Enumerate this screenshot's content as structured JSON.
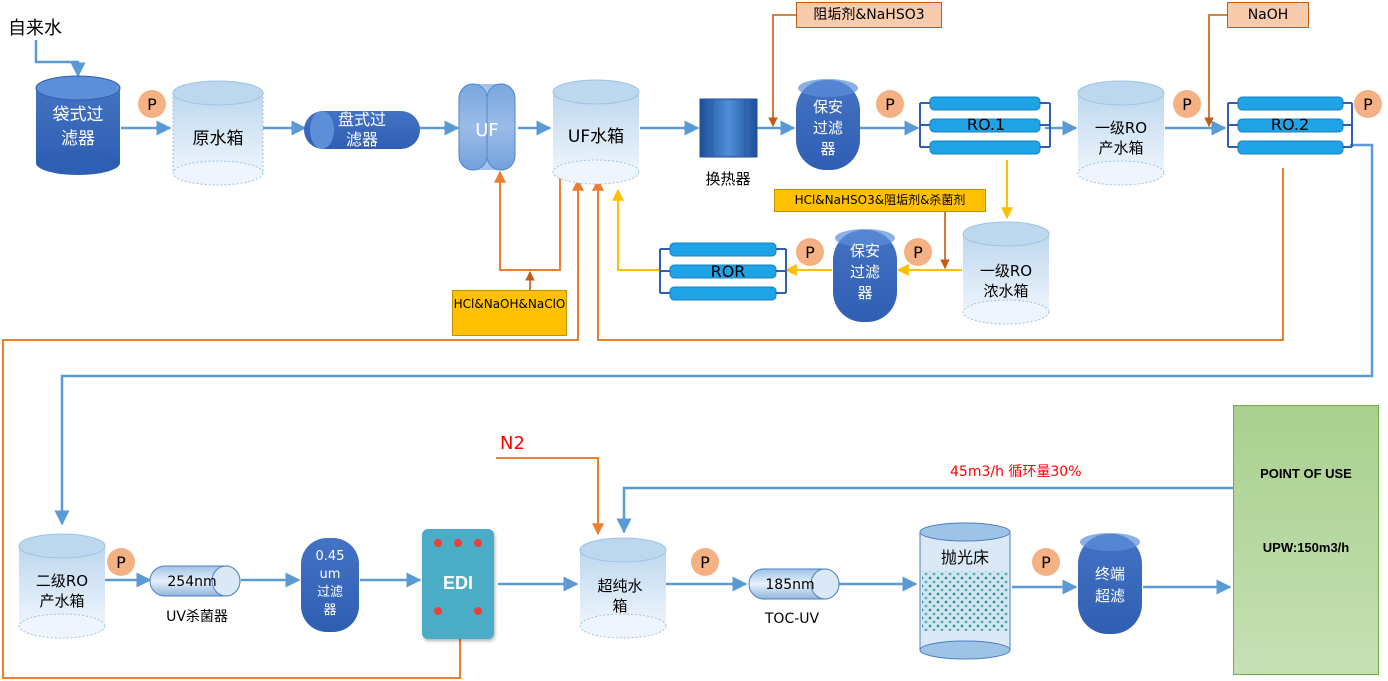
{
  "source_label": "自来水",
  "pump_label": "P",
  "equipment": {
    "bag_filter": "袋式过滤器",
    "raw_tank": "原水箱",
    "disc_filter": "盘式过滤器",
    "uf": "UF",
    "uf_tank": "UF水箱",
    "heat_exchanger": "换热器",
    "security_filter_1": "保安过滤器",
    "ro1": "RO.1",
    "ro1_product_tank": "一级RO产水箱",
    "ro2": "RO.2",
    "ro1_concentrate_tank": "一级RO浓水箱",
    "security_filter_2": "保安过滤器",
    "ror": "ROR",
    "ro2_product_tank": "二级RO产水箱",
    "uv_254_tube": "254nm",
    "uv_254_label": "UV杀菌器",
    "filter_045": "0.45um过滤器",
    "edi": "EDI",
    "ultrapure_tank": "超纯水箱",
    "toc_tube": "185nm",
    "toc_label": "TOC-UV",
    "polish_bed": "抛光床",
    "terminal_uf": "终端超滤"
  },
  "chemicals": {
    "antiscalant_nahso3": "阻垢剂&NaHSO3",
    "naoh": "NaOH",
    "ror_dosing": "HCl&NaHSO3&阻垢剂&杀菌剂",
    "uf_cleaning": "HCl&NaOH&NaClO",
    "n2": "N2"
  },
  "recirculation_label": "45m3/h 循环量30%",
  "point_of_use": {
    "title": "POINT OF USE",
    "capacity": "UPW:150m3/h"
  },
  "colors": {
    "flow_blue": "#5b9bd5",
    "return_orange": "#ed7d31",
    "concentrate_yellow": "#ffc000",
    "dosing_brown": "#c55a11",
    "tank_light": "#dbe9f7",
    "equipment_dark": "#2f5fb3",
    "pump_fill": "#f4b183",
    "chemical_box": "#f8cbad",
    "yellow_box": "#ffc000",
    "n2_red": "#ff0000",
    "pou_green": "#a9d08e"
  }
}
